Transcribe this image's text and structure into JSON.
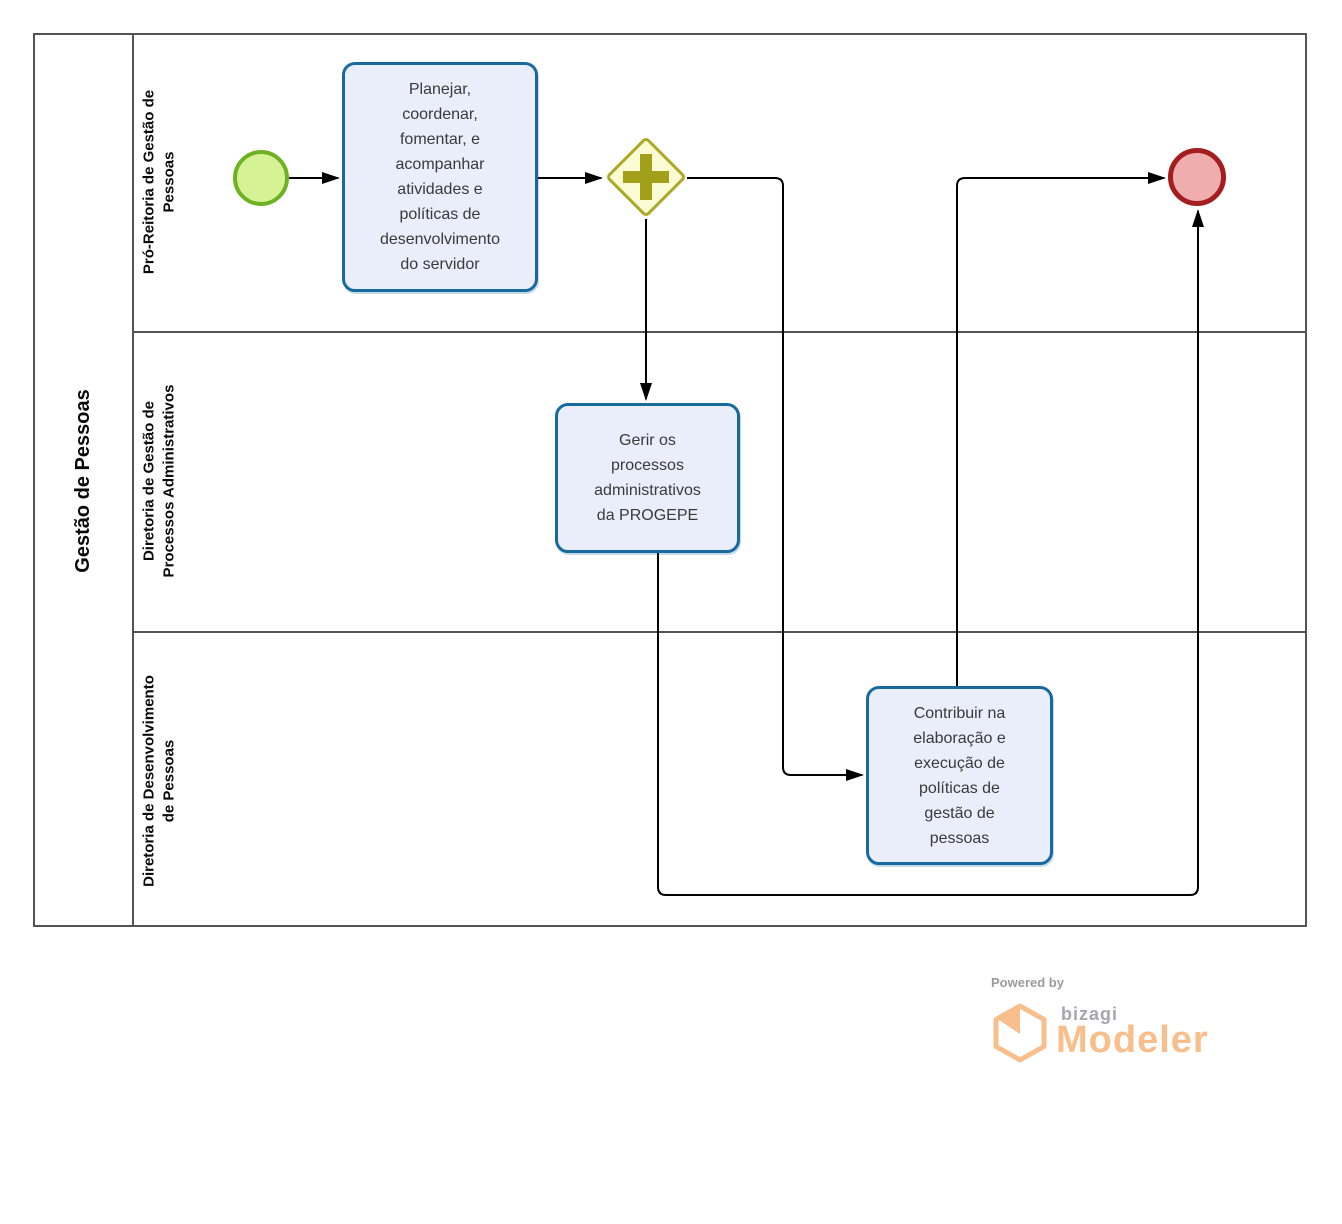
{
  "pool": {
    "label": "Gestão de Pessoas"
  },
  "lanes": [
    {
      "label": "Pró-Reitoria de Gestão de\nPessoas"
    },
    {
      "label": "Diretoria de Gestão de\nProcessos Administrativos"
    },
    {
      "label": "Diretoria de Desenvolvimento\nde Pessoas"
    }
  ],
  "nodes": {
    "start_event": {
      "type": "start-event",
      "lane": 0,
      "label": ""
    },
    "task_planejar": {
      "type": "task",
      "lane": 0,
      "label": "Planejar,\ncoordenar,\nfomentar, e\nacompanhar\natividades e\npolíticas de\ndesenvolvimento\ndo servidor"
    },
    "gateway_parallel": {
      "type": "parallel-gateway",
      "lane": 0,
      "label": ""
    },
    "task_gerir": {
      "type": "task",
      "lane": 1,
      "label": "Gerir os\nprocessos\nadministrativos\nda PROGEPE"
    },
    "task_contribuir": {
      "type": "task",
      "lane": 2,
      "label": "Contribuir na\nelaboração e\nexecução de\npolíticas de\ngestão de\npessoas"
    },
    "end_event": {
      "type": "end-event",
      "lane": 0,
      "label": ""
    }
  },
  "flows": [
    {
      "from": "start_event",
      "to": "task_planejar"
    },
    {
      "from": "task_planejar",
      "to": "gateway_parallel"
    },
    {
      "from": "gateway_parallel",
      "to": "task_gerir"
    },
    {
      "from": "gateway_parallel",
      "to": "task_contribuir"
    },
    {
      "from": "task_contribuir",
      "to": "end_event"
    },
    {
      "from": "task_gerir",
      "to": "end_event"
    }
  ],
  "branding": {
    "powered_by": "Powered by",
    "brand": "bizagi",
    "product": "Modeler"
  },
  "colors": {
    "task_fill": "#EAEDFA",
    "task_border": "#17699E",
    "start_fill": "#D5F394",
    "start_border": "#6EB224",
    "end_fill": "#F0ADAD",
    "end_border": "#A41E20",
    "gateway_fill": "#FCFCD4",
    "gateway_border": "#ACA928",
    "gateway_plus": "#A2A01A",
    "lane_border": "#545454",
    "connector": "#000000",
    "brand_orange": "#F8BE8C",
    "brand_gray": "#A5A5AD"
  }
}
